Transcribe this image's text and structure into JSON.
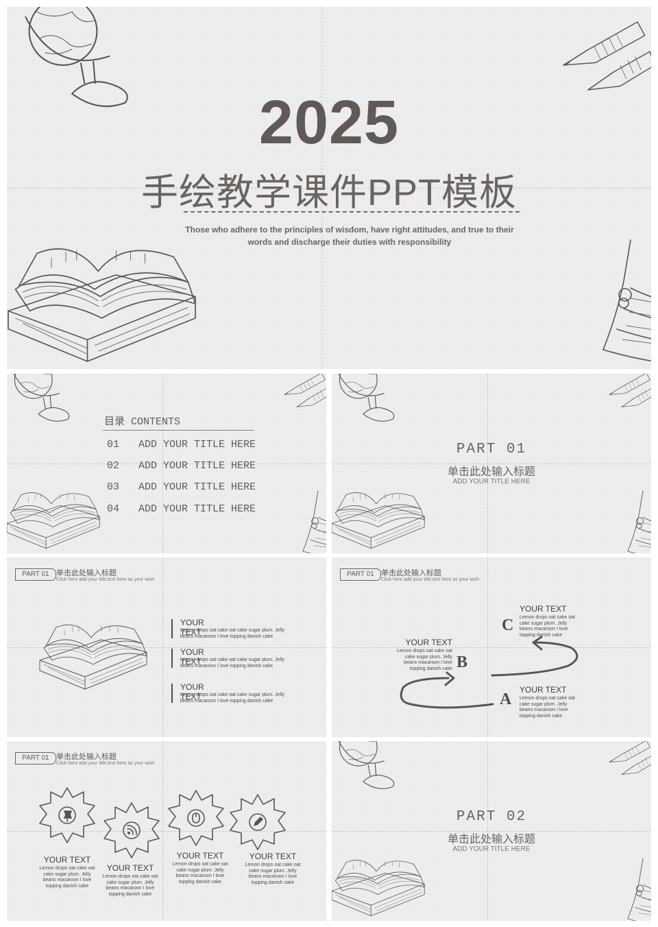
{
  "cover": {
    "year": "2025",
    "title": "手绘教学课件PPT模板",
    "subtitle_line1": "Those who adhere to the principles of wisdom, have right attitudes, and true to their",
    "subtitle_line2": "words and discharge their duties with responsibility"
  },
  "contents": {
    "heading": "目录 CONTENTS",
    "items": [
      {
        "num": "01",
        "label": "ADD YOUR TITLE HERE"
      },
      {
        "num": "02",
        "label": "ADD YOUR TITLE HERE"
      },
      {
        "num": "03",
        "label": "ADD YOUR TITLE HERE"
      },
      {
        "num": "04",
        "label": "ADD YOUR TITLE HERE"
      }
    ]
  },
  "part1": {
    "label": "PART 01",
    "zh": "单击此处输入标题",
    "en": "ADD YOUR TITLE HERE"
  },
  "part2": {
    "label": "PART 02",
    "zh": "单击此处输入标题",
    "en": "ADD YOUR TITLE HERE"
  },
  "header": {
    "tag": "PART 01",
    "title": "单击此处输入标题",
    "sub": "Click here add your title,text here as your wish"
  },
  "list_slide": {
    "items": [
      {
        "title": "YOUR TEXT",
        "line1": "Lemon drops oat cake oat cake sugar plum. Jelly",
        "line2": "beans macaroon I love topping danish cake"
      },
      {
        "title": "YOUR TEXT",
        "line1": "Lemon drops oat cake oat cake sugar plum. Jelly",
        "line2": "beans macaroon I love topping danish cake"
      },
      {
        "title": "YOUR TEXT",
        "line1": "Lemon drops oat cake oat cake sugar plum. Jelly",
        "line2": "beans macaroon I love topping danish cake"
      }
    ]
  },
  "abc_slide": {
    "letters": [
      "A",
      "B",
      "C"
    ],
    "blocks": {
      "a": {
        "title": "YOUR TEXT",
        "lines": [
          "Lemon drops oat cake oat",
          "cake sugar plum. Jelly",
          "beans macaroon I love",
          "topping danish cake"
        ]
      },
      "b": {
        "title": "YOUR TEXT",
        "lines": [
          "Lemon drops oat cake oat",
          "cake sugar plum. Jelly",
          "beans macaroon I love",
          "topping danish cake"
        ]
      },
      "c": {
        "title": "YOUR TEXT",
        "lines": [
          "Lemon drops oat cake oat",
          "cake sugar plum. Jelly",
          "beans macaroon I love",
          "topping danish cake"
        ]
      }
    }
  },
  "gear_slide": {
    "items": [
      {
        "icon": "pin-icon",
        "title": "YOUR TEXT",
        "lines": [
          "Lemon drops oat cake oat",
          "cake sugar plum. Jelly",
          "beans macaroon I love",
          "topping danish cake"
        ]
      },
      {
        "icon": "rss-icon",
        "title": "YOUR TEXT",
        "lines": [
          "Lemon drops oat cake oat",
          "cake sugar plum. Jelly",
          "beans macaroon I love",
          "topping danish cake"
        ]
      },
      {
        "icon": "mouse-icon",
        "title": "YOUR TEXT",
        "lines": [
          "Lemon drops oat cake oat",
          "cake sugar plum. Jelly",
          "beans macaroon I love",
          "topping danish cake"
        ]
      },
      {
        "icon": "pencil-icon",
        "title": "YOUR TEXT",
        "lines": [
          "Lemon drops oat cake oat",
          "cake sugar plum. Jelly",
          "beans macaroon I love",
          "topping danish cake"
        ]
      }
    ]
  }
}
